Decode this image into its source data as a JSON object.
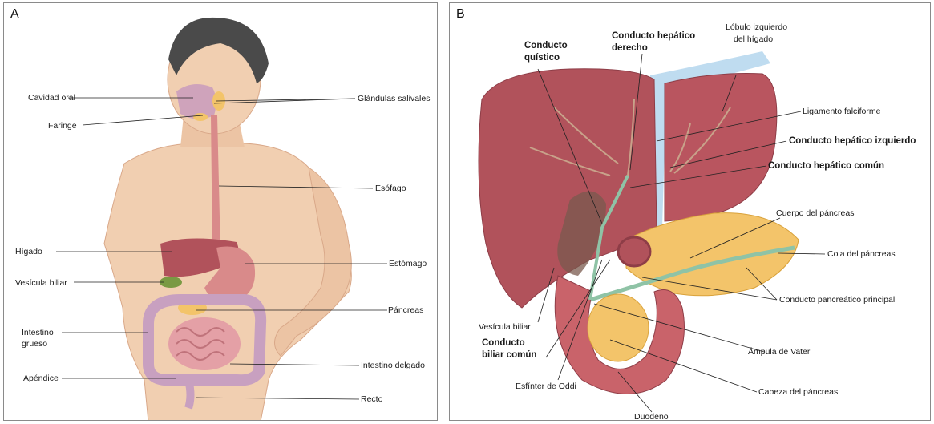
{
  "panel_a": {
    "letter": "A",
    "labels": {
      "cavidad_oral": "Cavidad oral",
      "faringe": "Faringe",
      "glandulas_salivales": "Glándulas salivales",
      "esofago": "Esófago",
      "higado": "Hígado",
      "estomago": "Estómago",
      "vesicula_biliar": "Vesícula biliar",
      "pancreas": "Páncreas",
      "intestino_grueso_1": "Intestino",
      "intestino_grueso_2": "grueso",
      "intestino_delgado": "Intestino delgado",
      "apendice": "Apéndice",
      "recto": "Recto"
    }
  },
  "panel_b": {
    "letter": "B",
    "labels": {
      "conducto_quistico_1": "Conducto",
      "conducto_quistico_2": "quístico",
      "conducto_hepatico_derecho_1": "Conducto hepático",
      "conducto_hepatico_derecho_2": "derecho",
      "lobulo_izquierdo_1": "Lóbulo izquierdo",
      "lobulo_izquierdo_2": "del hígado",
      "ligamento_falciforme": "Ligamento falciforme",
      "conducto_hepatico_izquierdo": "Conducto hepático izquierdo",
      "conducto_hepatico_comun": "Conducto hepático común",
      "cuerpo_pancreas": "Cuerpo del páncreas",
      "cola_pancreas": "Cola del páncreas",
      "conducto_pancreatico_principal": "Conducto pancreático principal",
      "vesicula_biliar": "Vesícula biliar",
      "conducto_biliar_comun_1": "Conducto",
      "conducto_biliar_comun_2": "biliar común",
      "ampula_vater": "Ámpula de Vater",
      "esfinter_oddi": "Esfínter de Oddi",
      "cabeza_pancreas": "Cabeza del páncreas",
      "duodeno": "Duodeno"
    }
  },
  "colors": {
    "skin": "#f1cfb1",
    "hair": "#4a4a4a",
    "liver": "#b1525b",
    "stomach": "#d98a8a",
    "gallbladder": "#7a9a43",
    "pancreas": "#f3c46a",
    "intestine": "#c8a0c0",
    "duct": "#8fc3a6",
    "ligament": "#b8d8ee"
  }
}
